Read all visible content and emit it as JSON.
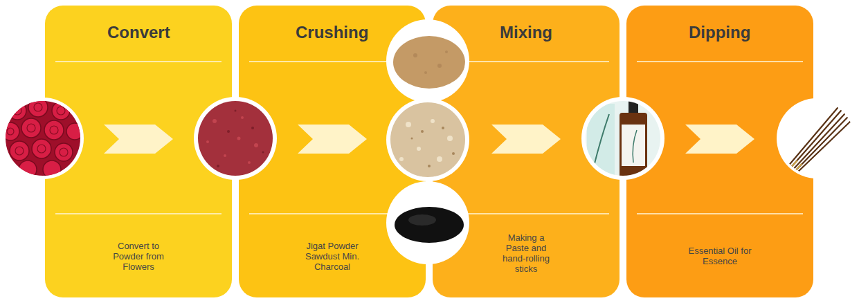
{
  "diagram": {
    "nodes": [
      {
        "text": [
          "Convert",
          "Convert to Powder from Flowers"
        ]
      },
      {
        "text": [
          "Crushing",
          "Jigat Powder Sawdust Min. Charcoal"
        ]
      },
      {
        "text": [
          "Mixing",
          "Making a Paste and hand-rolling sticks"
        ]
      },
      {
        "text": [
          "Dipping",
          "Essential Oil for Essence"
        ]
      }
    ]
  }
}
